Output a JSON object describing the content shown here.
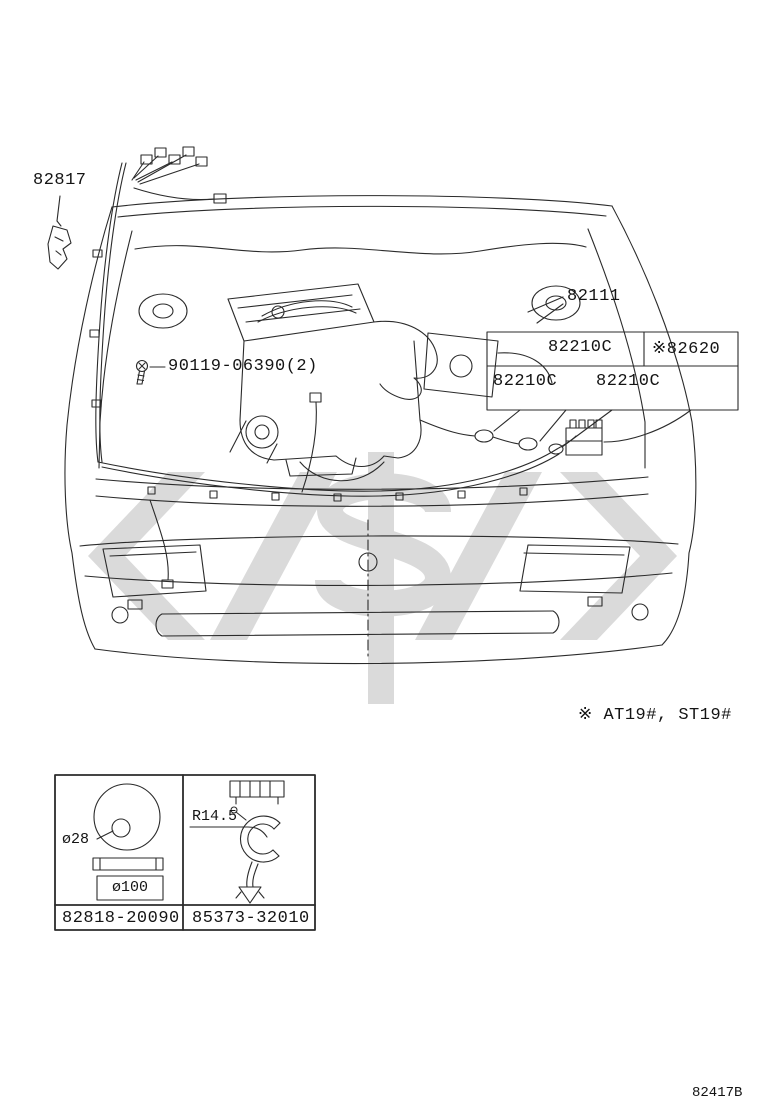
{
  "page": {
    "footer_code": "82417B",
    "note": "※ AT19#, ST19#"
  },
  "labels": {
    "part_82817": "82817",
    "part_82111": "82111",
    "bolt_90119": "90119-06390(2)",
    "conn_82210c_a": "82210C",
    "conn_82210c_b": "82210C",
    "conn_82210c_c": "82210C",
    "part_82620": "※82620"
  },
  "detail_table": {
    "left": {
      "part_number": "82818-20090",
      "dim_small": "ø28",
      "dim_large": "ø100"
    },
    "right": {
      "part_number": "85373-32010",
      "dim_radius": "R14.5"
    }
  },
  "colors": {
    "line": "#2b2b2b",
    "watermark": "#dadada"
  }
}
